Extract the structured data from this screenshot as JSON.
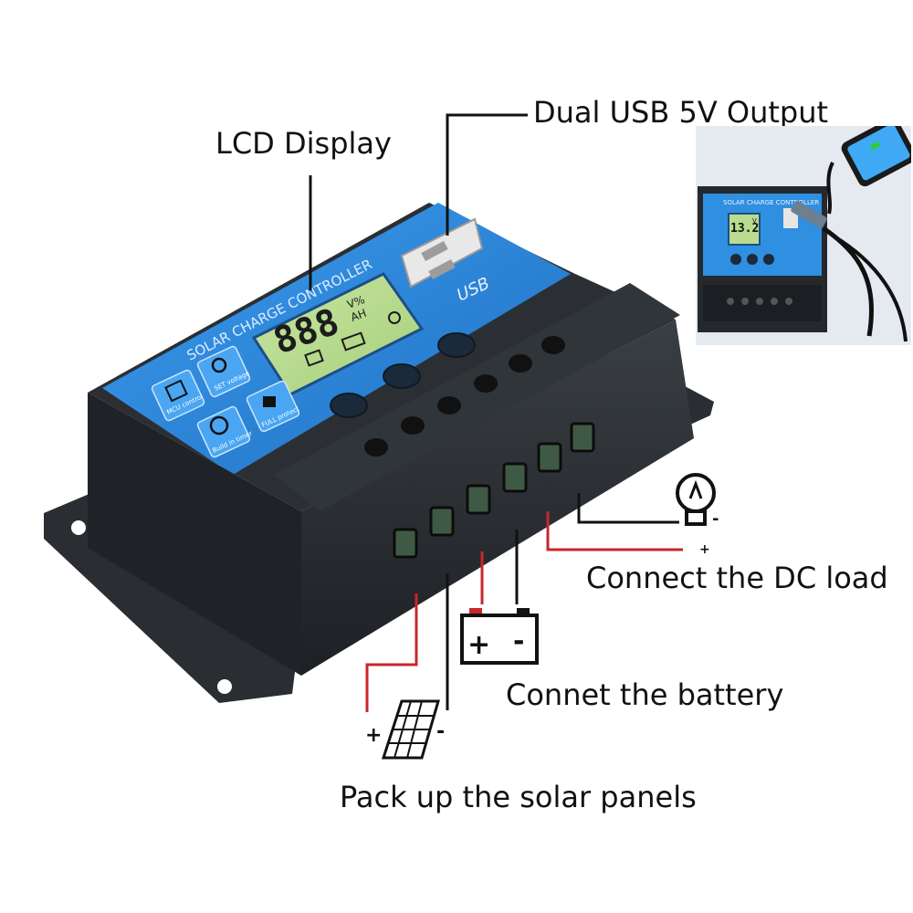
{
  "labels": {
    "lcd_display": "LCD Display",
    "usb_output": "Dual USB 5V Output",
    "dc_load": "Connect the DC load",
    "battery": "Connet the battery",
    "solar": "Pack up the solar panels"
  },
  "device": {
    "brand_text": "SOLAR CHARGE CONTROLLER",
    "lcd_digits": "888",
    "lcd_units_top": "V%",
    "lcd_units_bottom": "AH",
    "usb_text": "USB",
    "feature_mcu": "MCU control",
    "feature_set": "SET voltage",
    "feature_timer": "Build in timer",
    "feature_protect": "FULL protect"
  },
  "inset": {
    "brand_text": "SOLAR CHARGE CONTROLLER",
    "lcd_reading": "13.2",
    "lcd_unit": "V"
  },
  "symbols": {
    "plus": "+",
    "minus": "-"
  },
  "colors": {
    "panel_blue": "#2f8fe0",
    "lcd_green": "#b9dc8e",
    "body_black": "#262a2e",
    "terminal_green": "#3f5a44",
    "wire_red": "#c8272c",
    "wire_black": "#111111"
  }
}
